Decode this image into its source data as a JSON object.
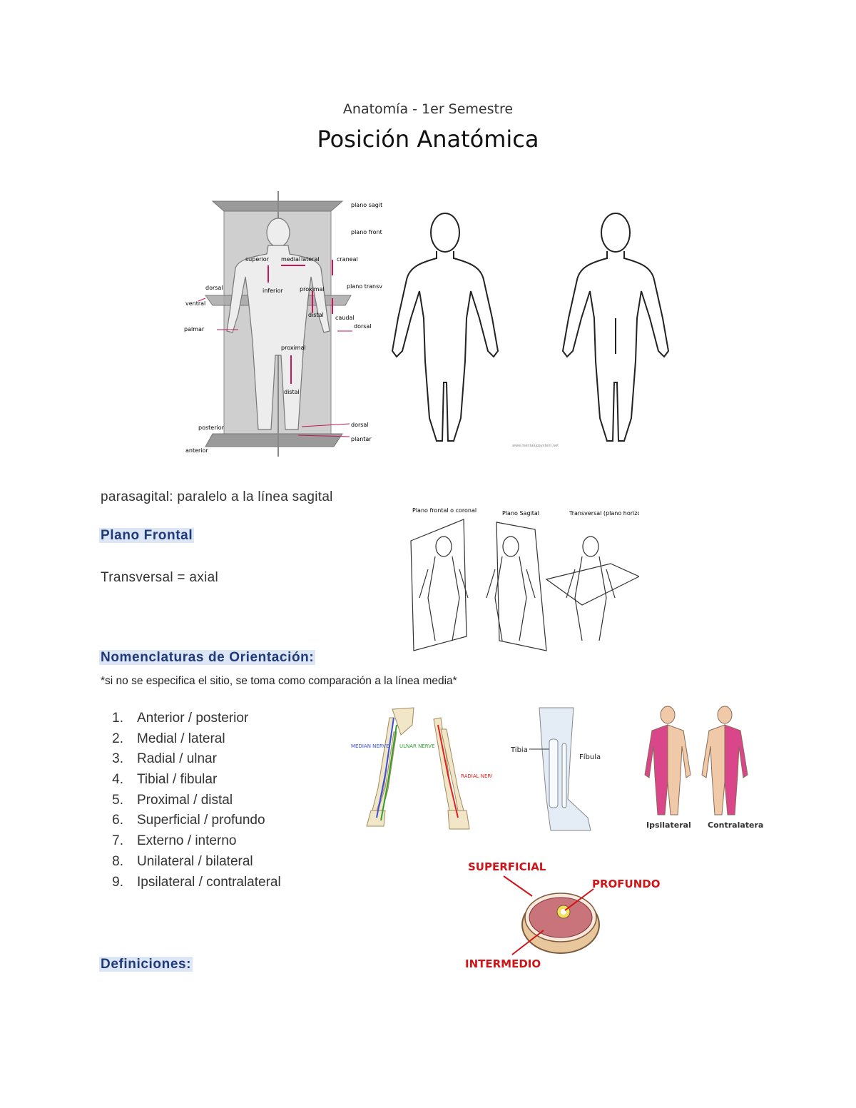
{
  "header": {
    "subtitle": "Anatomía - 1er Semestre",
    "title": "Posición Anatómica"
  },
  "planes_figure": {
    "labels": {
      "plano_sagital": "plano sagital",
      "plano_frontal": "plano frontal",
      "superior": "superior",
      "medial": "medial",
      "lateral": "lateral",
      "cranial": "craneal",
      "inferior": "inferior",
      "proximal_arm": "proximal",
      "plano_transversal": "plano transversal",
      "dorsal_left": "dorsal",
      "ventral": "ventral",
      "distal_arm": "distal",
      "caudal": "caudal",
      "dorsal_right": "dorsal",
      "palmar": "palmar",
      "proximal_leg": "proximal",
      "distal_leg": "distal",
      "posterior": "posterior",
      "anterior": "anterior",
      "dorsal_foot": "dorsal",
      "plantar": "plantar"
    }
  },
  "body_figure": {
    "credit": "www.mentalupsystem.net"
  },
  "sections": {
    "parasagital": "parasagital: paralelo a la línea sagital",
    "plano_frontal_heading": "Plano Frontal",
    "transversal": "Transversal = axial",
    "nomenclaturas_heading": "Nomenclaturas de Orientación:",
    "nomenclaturas_note": "*si no se especifica el sitio, se toma como comparación a la línea media*",
    "definiciones_heading": "Definiciones:"
  },
  "three_planes_figure": {
    "labels": {
      "frontal": "Plano frontal o coronal",
      "sagital": "Plano Sagital",
      "transversal": "Transversal (plano horizontal)"
    }
  },
  "nomenclaturas": [
    {
      "num": "1.",
      "text": "Anterior / posterior"
    },
    {
      "num": "2.",
      "text": "Medial / lateral"
    },
    {
      "num": "3.",
      "text": "Radial / ulnar"
    },
    {
      "num": "4.",
      "text": "Tibial / fibular"
    },
    {
      "num": "5.",
      "text": "Proximal / distal"
    },
    {
      "num": "6.",
      "text": "Superficial / profundo"
    },
    {
      "num": "7.",
      "text": "Externo / interno"
    },
    {
      "num": "8.",
      "text": "Unilateral / bilateral"
    },
    {
      "num": "9.",
      "text": "Ipsilateral / contralateral"
    }
  ],
  "nerve_figure": {
    "median": "MEDIAN NERVE",
    "ulnar": "ULNAR NERVE",
    "radial": "RADIAL NERVE"
  },
  "leg_figure": {
    "tibia": "Tibia",
    "fibula": "Fíbula"
  },
  "lateral_figure": {
    "ipsilateral": "Ipsilateral",
    "contralateral": "Contralateral"
  },
  "depth_figure": {
    "superficial": "SUPERFICIAL",
    "profundo": "PROFUNDO",
    "intermedio": "INTERMEDIO"
  },
  "colors": {
    "heading_text": "#1f3a7a",
    "heading_highlight": "#dde6f4",
    "depth_label": "#d01418",
    "median_nerve": "#3a4fd8",
    "ulnar_nerve": "#2fa02f",
    "radial_nerve": "#e02020",
    "ipsilateral_pink": "#d9468a"
  }
}
